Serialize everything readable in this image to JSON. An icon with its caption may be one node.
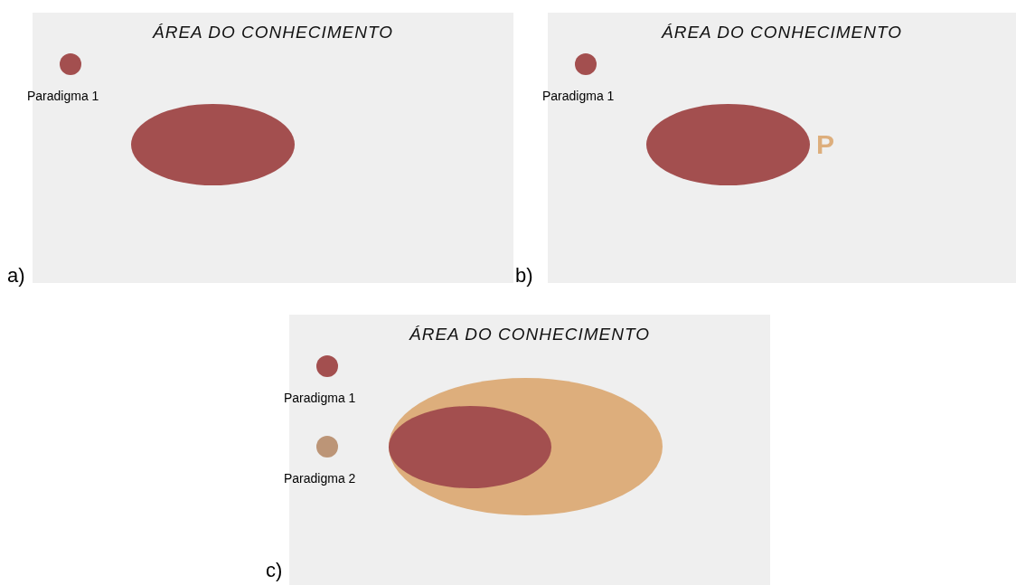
{
  "diagram": {
    "nodes": [
      {
        "text": [
          "ÁREA DO CONHECIMENTO"
        ],
        "beside": [
          "a)"
        ]
      },
      {
        "text": [],
        "shape": "circle",
        "in": 0,
        "beside": [
          "Paradigma 1"
        ]
      },
      {
        "text": [],
        "shape": "ellipse",
        "in": 0
      },
      {
        "text": [
          "ÁREA DO CONHECIMENTO"
        ],
        "beside": [
          "b)"
        ]
      },
      {
        "text": [],
        "shape": "circle",
        "in": 3,
        "beside": [
          "Paradigma 1"
        ]
      },
      {
        "text": [],
        "shape": "ellipse",
        "in": 3,
        "beside": [
          "P"
        ]
      },
      {
        "text": [
          "ÁREA DO CONHECIMENTO"
        ],
        "beside": [
          "c)"
        ]
      },
      {
        "text": [],
        "shape": "circle",
        "in": 6,
        "beside": [
          "Paradigma 1"
        ]
      },
      {
        "text": [],
        "shape": "circle",
        "in": 6,
        "beside": [
          "Paradigma 2"
        ]
      },
      {
        "text": [],
        "shape": "ellipse",
        "in": 6
      },
      {
        "text": [],
        "shape": "ellipse",
        "in": 9
      }
    ]
  }
}
